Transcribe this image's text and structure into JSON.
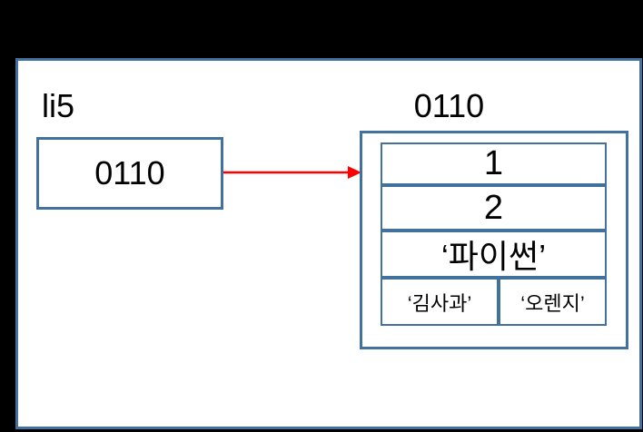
{
  "colors": {
    "border_blue": "#41719C",
    "arrow_red": "#FF0000",
    "slide_background": "#000000",
    "canvas_fill": "#FFFFFF",
    "text": "#000000"
  },
  "variable": {
    "name": "li5",
    "value": "0110"
  },
  "list_object": {
    "address": "0110",
    "items": [
      "1",
      "2",
      "‘파이썬’"
    ],
    "nested_items": [
      "‘김사과’",
      "‘오렌지’"
    ]
  }
}
